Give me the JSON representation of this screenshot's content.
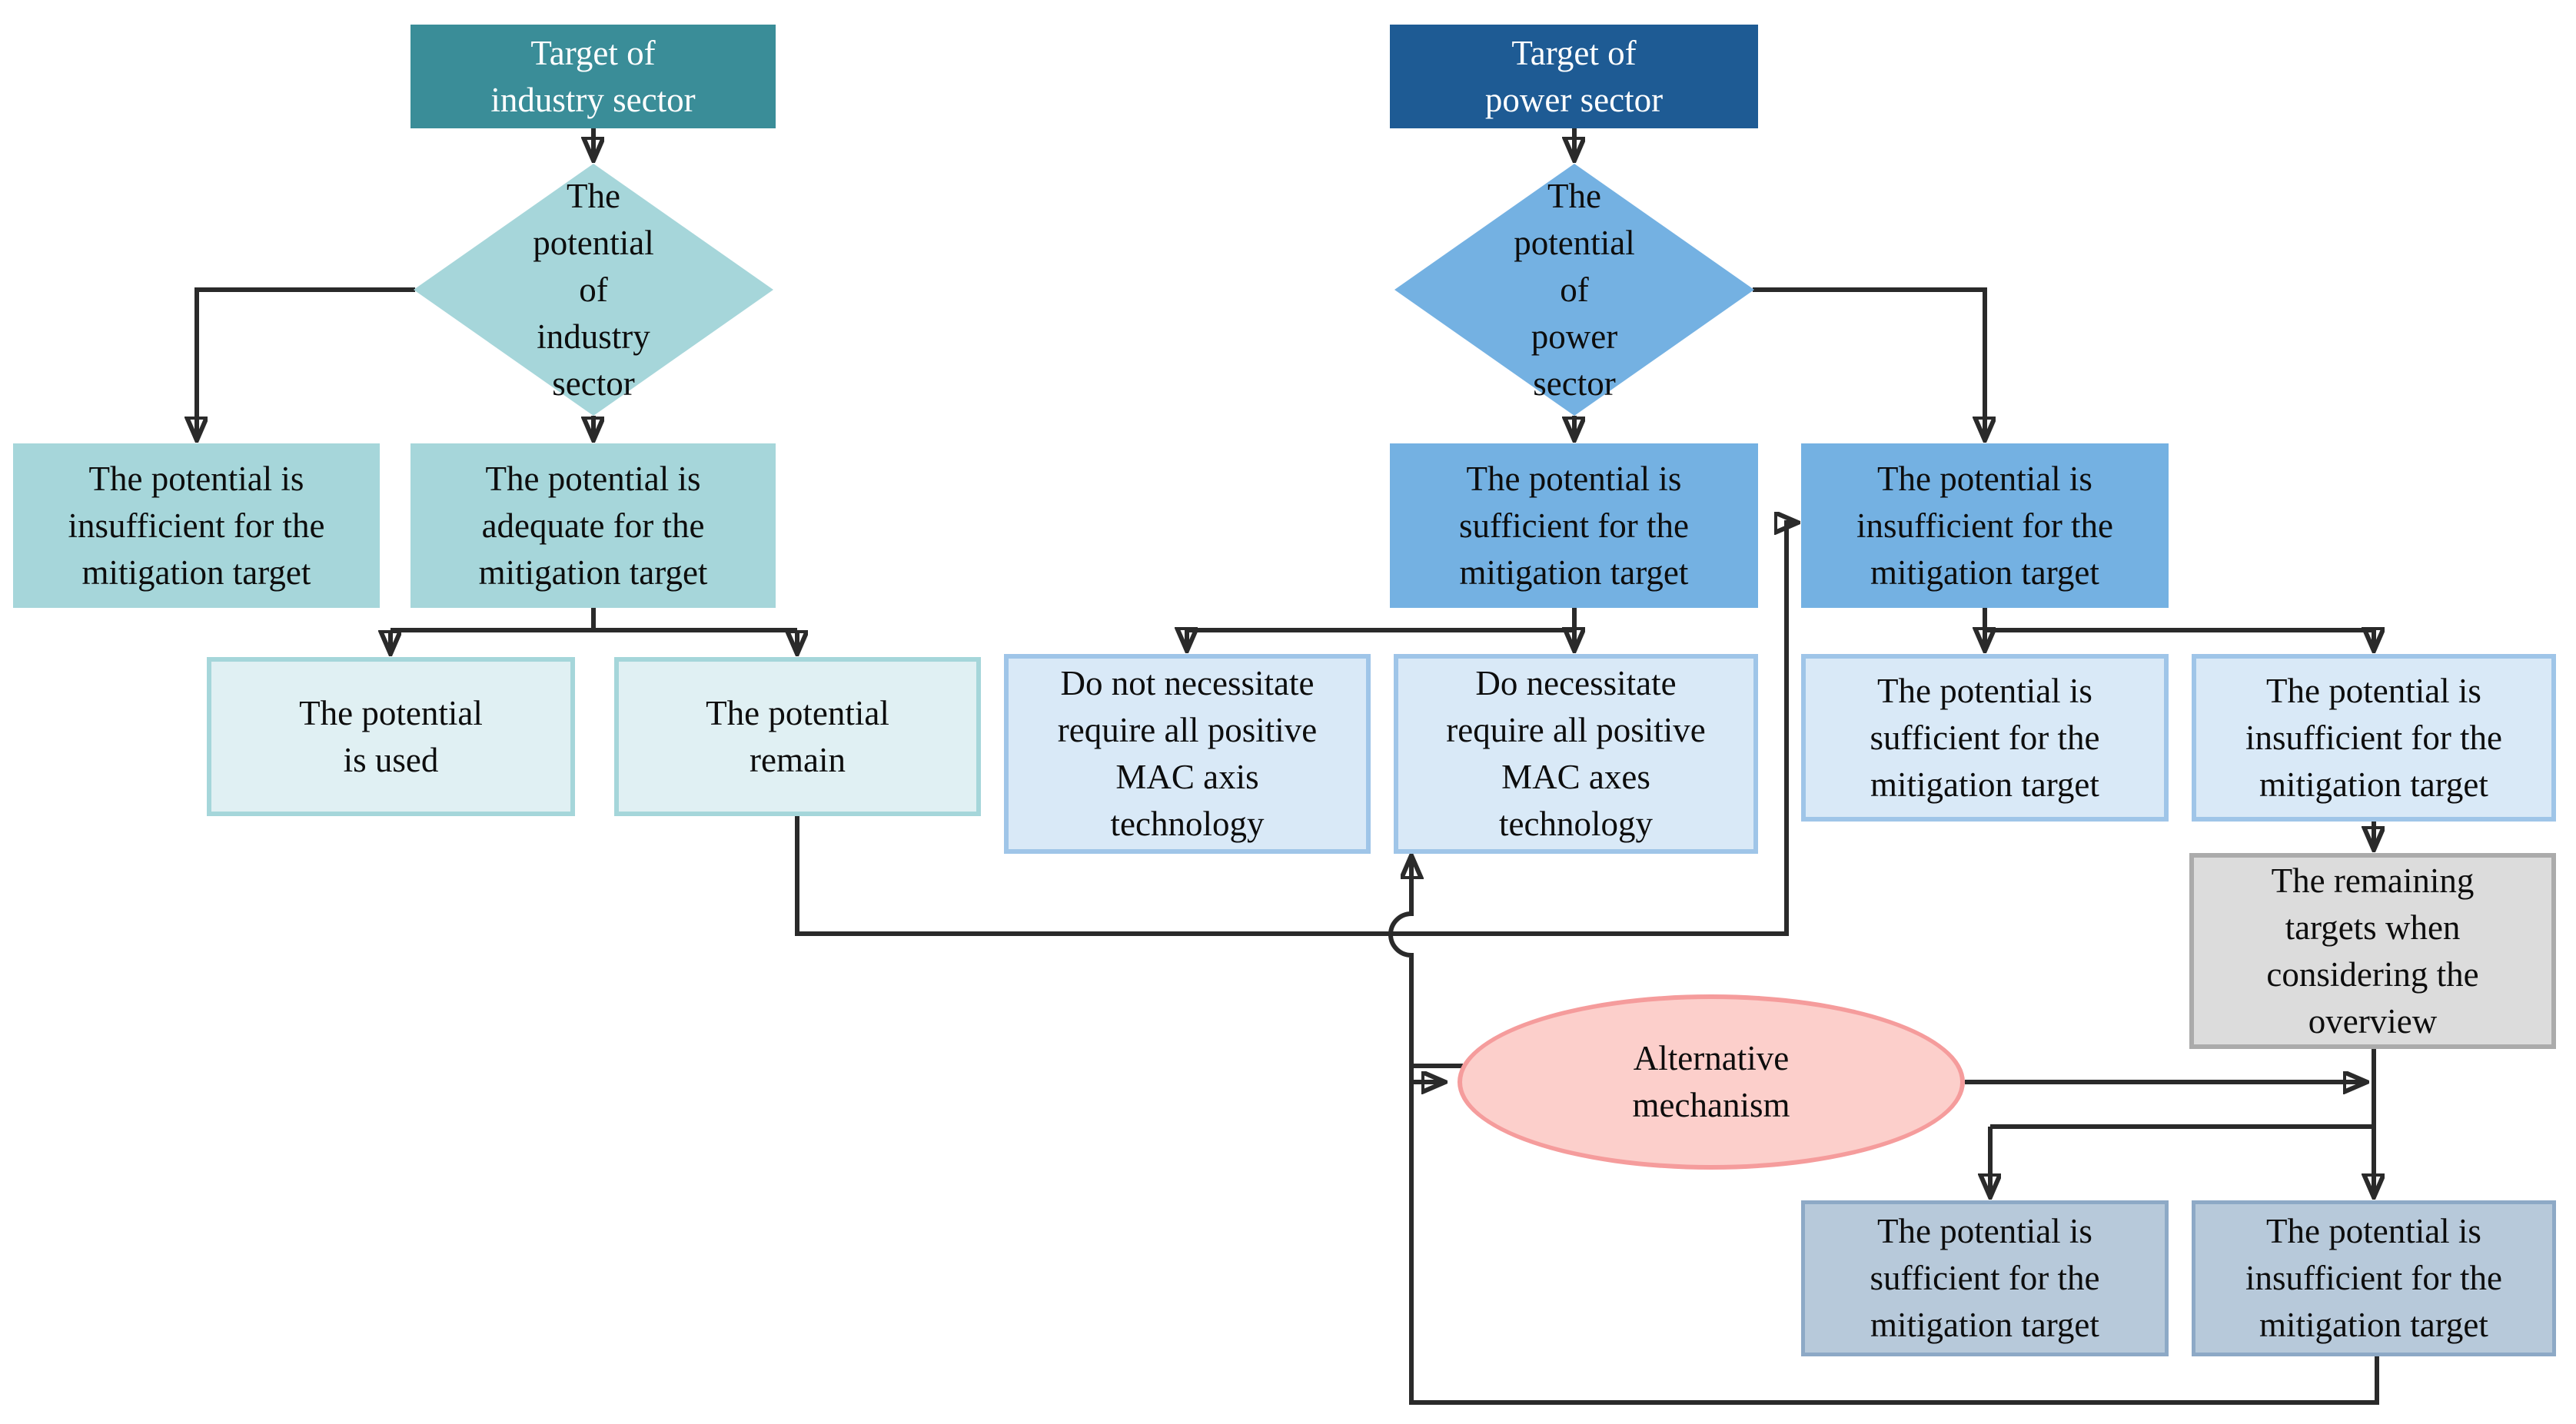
{
  "industry": {
    "header": "Target of\nindustry sector",
    "diamond": "The\npotential\nof\nindustry\nsector",
    "insufficient": "The potential is\ninsufficient for the\nmitigation target",
    "adequate": "The potential is\nadequate for the\nmitigation target",
    "used": "The potential\nis used",
    "remain": "The potential\nremain"
  },
  "power": {
    "header": "Target of\npower sector",
    "diamond": "The\npotential\nof\npower\nsector",
    "sufficient": "The potential is\nsufficient for the\nmitigation target",
    "insufficient": "The potential is\ninsufficient for the\nmitigation target",
    "do_not_necessitate": "Do not necessitate\nrequire all positive\nMAC axis\ntechnology",
    "do_necessitate": "Do necessitate\nrequire all positive\nMAC axes\ntechnology",
    "sub_sufficient": "The potential is\nsufficient for the\nmitigation target",
    "sub_insufficient": "The potential is\ninsufficient for the\nmitigation target",
    "remaining_targets": "The remaining\ntargets when\nconsidering the\noverview",
    "alternative_mechanism": "Alternative\nmechanism",
    "final_sufficient": "The potential is\nsufficient for the\nmitigation target",
    "final_insufficient": "The potential is\ninsufficient for the\nmitigation target"
  },
  "colors": {
    "teal_dark": "#3a8d98",
    "teal_light": "#a6d6da",
    "teal_pale": "#e0f0f3",
    "blue_dark": "#1e5b94",
    "blue_mid": "#74b1e2",
    "blue_pale": "#d9e9f7",
    "blue_pale_border": "#9fc5e8",
    "gray_fill": "#dcdcdc",
    "gray_border": "#ababab",
    "steel_fill": "#b7c9da",
    "steel_border": "#8da9c6",
    "pink_fill": "#fccfcb",
    "pink_border": "#f59c9c",
    "line": "#2a2a2a"
  }
}
